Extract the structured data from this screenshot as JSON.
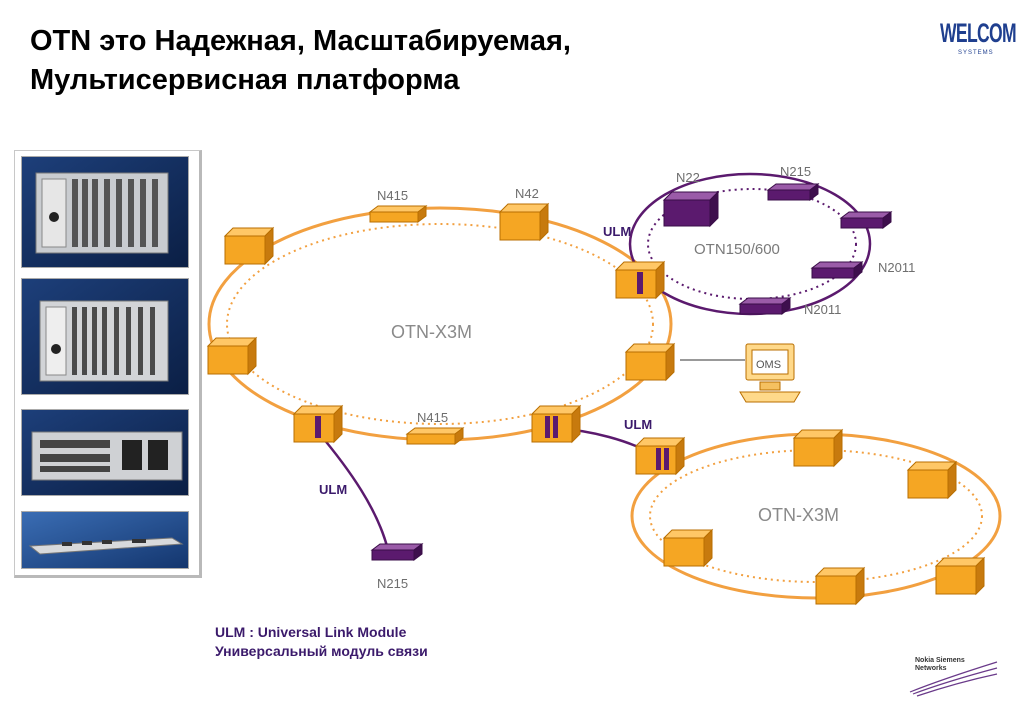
{
  "title": {
    "line1": "OTN это Надежная, Масштабируемая,",
    "line2": "Мультисервисная платформа"
  },
  "logo": {
    "text": "WELCOM",
    "sub": "SYSTEMS"
  },
  "rings": {
    "main": "OTN-X3M",
    "small": "OTN150/600",
    "lower": "OTN-X3M"
  },
  "nodes": {
    "n415_top": "N415",
    "n42": "N42",
    "n22": "N22",
    "n215_top": "N215",
    "n2011_a": "N2011",
    "n2011_b": "N2011",
    "n415_bottom": "N415",
    "n215_bottom": "N215",
    "oms": "OMS"
  },
  "links": {
    "ulm_top": "ULM",
    "ulm_mid": "ULM",
    "ulm_left": "ULM"
  },
  "footer": {
    "line1": "ULM : Universal Link Module",
    "line2": "Универсальный модуль связи"
  },
  "partner_logo": {
    "line1": "Nokia Siemens",
    "line2": "Networks"
  },
  "colors": {
    "orange_node": "#F5A623",
    "ring_orange": "#F2A040",
    "purple": "#5B1A6E",
    "text_gray": "#6E6E6E",
    "label_purple": "#3B1A6B"
  }
}
